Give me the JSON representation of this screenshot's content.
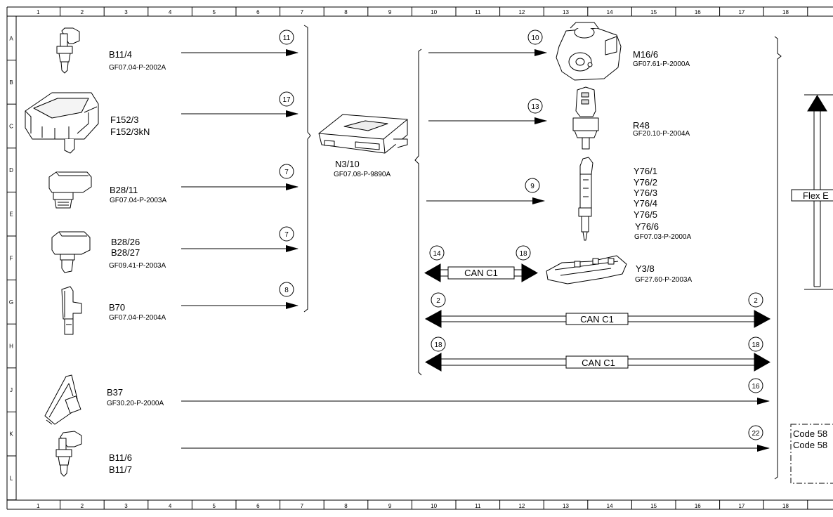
{
  "grid": {
    "columns": [
      "1",
      "2",
      "3",
      "4",
      "5",
      "6",
      "7",
      "8",
      "9",
      "10",
      "11",
      "12",
      "13",
      "14",
      "15",
      "16",
      "17",
      "18"
    ],
    "rows": [
      "A",
      "B",
      "C",
      "D",
      "E",
      "F",
      "G",
      "H",
      "J",
      "K",
      "L"
    ]
  },
  "inputs": [
    {
      "labels": [
        "B11/4"
      ],
      "doc": "GF07.04-P-2002A",
      "conn": "11",
      "icon": "sensor-icon"
    },
    {
      "labels": [
        "F152/3",
        "F152/3kN"
      ],
      "doc": "",
      "conn": "17",
      "icon": "fuse-box-icon"
    },
    {
      "labels": [
        "B28/11"
      ],
      "doc": "GF07.04-P-2003A",
      "conn": "7",
      "icon": "pressure-sensor-icon"
    },
    {
      "labels": [
        "B28/26",
        "B28/27"
      ],
      "doc": "GF09.41-P-2003A",
      "conn": "7",
      "icon": "pressure-sensor-icon"
    },
    {
      "labels": [
        "B70"
      ],
      "doc": "GF07.04-P-2004A",
      "conn": "8",
      "icon": "crankshaft-sensor-icon"
    }
  ],
  "control_unit": {
    "label": "N3/10",
    "doc": "GF07.08-P-9890A",
    "icon": "control-unit-icon"
  },
  "outputs": [
    {
      "labels": [
        "M16/6"
      ],
      "doc": "GF07.61-P-2000A",
      "conn": "10",
      "icon": "throttle-actuator-icon"
    },
    {
      "labels": [
        "R48"
      ],
      "doc": "GF20.10-P-2004A",
      "conn": "13",
      "icon": "heater-element-icon"
    },
    {
      "labels": [
        "Y76/1",
        "Y76/2",
        "Y76/3",
        "Y76/4",
        "Y76/5",
        "Y76/6"
      ],
      "doc": "GF07.03-P-2000A",
      "conn": "9",
      "icon": "injector-icon"
    }
  ],
  "can_link": {
    "label": "CAN C1",
    "left_conn": "14",
    "right_conn": "18",
    "target": "Y3/8",
    "doc": "GF27.60-P-2003A",
    "icon": "valve-body-icon"
  },
  "can_buses": [
    {
      "label": "CAN C1",
      "left_conn": "2",
      "right_conn": "2"
    },
    {
      "label": "CAN C1",
      "left_conn": "18",
      "right_conn": "18"
    }
  ],
  "lower_inputs": [
    {
      "labels": [
        "B37"
      ],
      "doc": "GF30.20-P-2000A",
      "conn": "16",
      "icon": "pedal-sensor-icon"
    },
    {
      "labels": [
        "B11/6",
        "B11/7"
      ],
      "doc": "",
      "conn": "22",
      "icon": "sensor-icon"
    }
  ],
  "right_panel": {
    "bus_label": "Flex E",
    "code_lines": [
      "Code 58",
      "Code 58"
    ]
  }
}
